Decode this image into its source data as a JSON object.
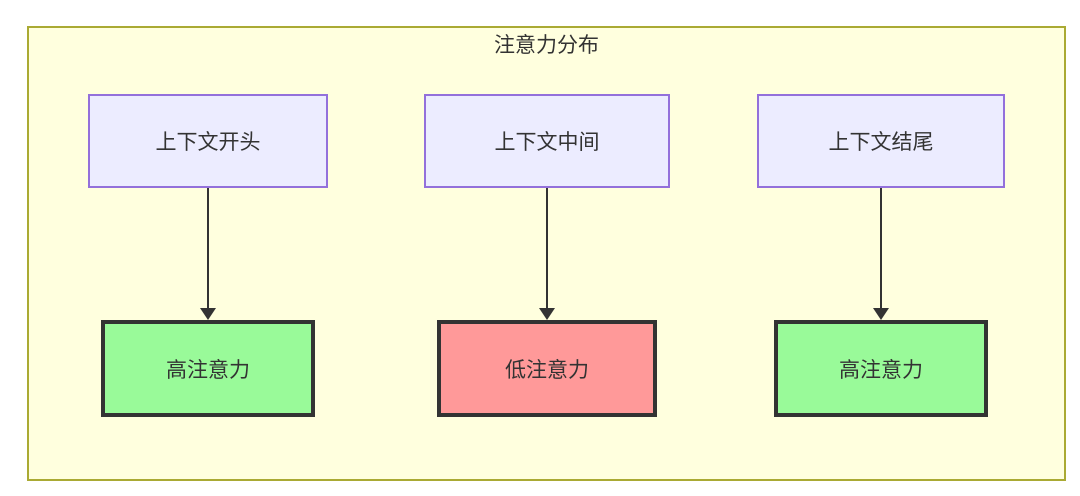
{
  "diagram": {
    "title": "注意力分布",
    "colors": {
      "canvas_bg": "#ffffff",
      "container_fill": "#ffffde",
      "container_border": "#aaaa33",
      "source_fill": "#ececff",
      "source_border": "#9370db",
      "high_fill": "#99fa99",
      "low_fill": "#ff9999",
      "result_border": "#333333",
      "arrow": "#333333",
      "text": "#333333"
    },
    "source_nodes": [
      {
        "label": "上下文开头"
      },
      {
        "label": "上下文中间"
      },
      {
        "label": "上下文结尾"
      }
    ],
    "result_nodes": [
      {
        "label": "高注意力",
        "level": "high"
      },
      {
        "label": "低注意力",
        "level": "low"
      },
      {
        "label": "高注意力",
        "level": "high"
      }
    ],
    "edges": [
      {
        "from": "上下文开头",
        "to": "高注意力"
      },
      {
        "from": "上下文中间",
        "to": "低注意力"
      },
      {
        "from": "上下文结尾",
        "to": "高注意力"
      }
    ]
  }
}
